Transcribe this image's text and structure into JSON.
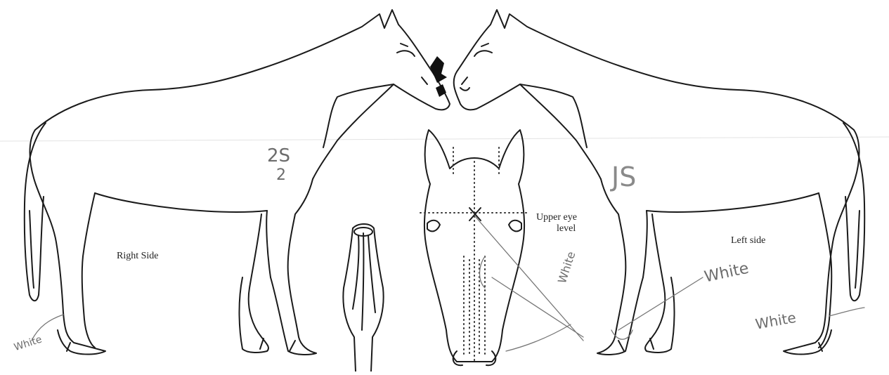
{
  "labels": {
    "right_side": "Right Side",
    "left_side": "Left side",
    "upper_eye_line1": "Upper eye",
    "upper_eye_line2": "level"
  },
  "handwriting": {
    "right_body_mark_1": "2S",
    "right_body_mark_2": "2",
    "left_body_mark": "JS",
    "white_left_hind": "White",
    "white_face": "White",
    "white_right_fore_1": "White",
    "white_right_fore_2": "White"
  }
}
